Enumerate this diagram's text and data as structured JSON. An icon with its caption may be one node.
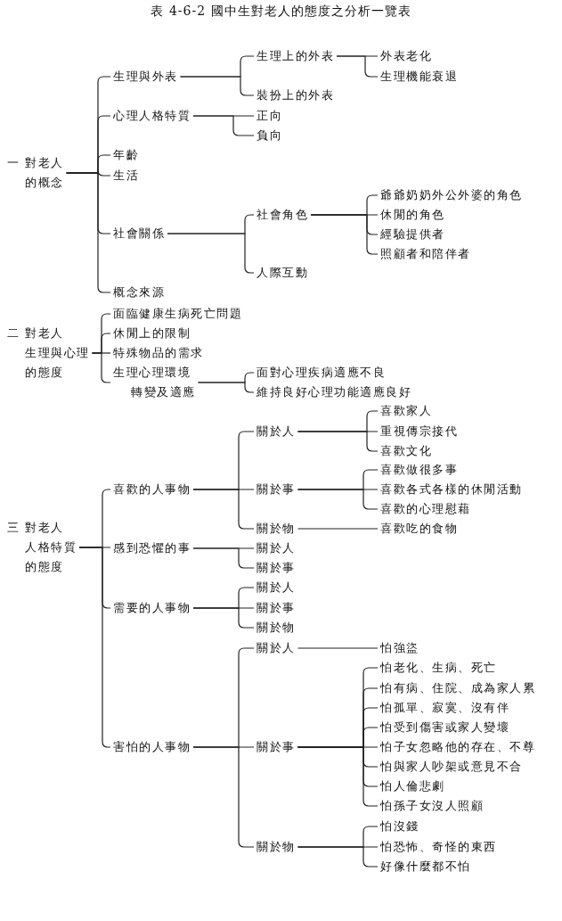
{
  "diagram": {
    "title": "表 4-6-2 國中生對老人的態度之分析一覽表",
    "nodes": [
      {
        "text": [
          "一 對老人的概念"
        ]
      },
      {
        "text": [
          "生理與外表"
        ]
      },
      {
        "text": [
          "生理上的外表"
        ]
      },
      {
        "text": [
          "外表老化"
        ]
      },
      {
        "text": [
          "生理機能衰退"
        ]
      },
      {
        "text": [
          "裝扮上的外表"
        ]
      },
      {
        "text": [
          "心理人格特質"
        ]
      },
      {
        "text": [
          "正向"
        ]
      },
      {
        "text": [
          "負向"
        ]
      },
      {
        "text": [
          "年齡"
        ]
      },
      {
        "text": [
          "生活"
        ]
      },
      {
        "text": [
          "社會關係"
        ]
      },
      {
        "text": [
          "社會角色"
        ]
      },
      {
        "text": [
          "爺爺奶奶外公外婆的角色"
        ]
      },
      {
        "text": [
          "休閒的角色"
        ]
      },
      {
        "text": [
          "經驗提供者"
        ]
      },
      {
        "text": [
          "照顧者和陪伴者"
        ]
      },
      {
        "text": [
          "人際互動"
        ]
      },
      {
        "text": [
          "概念來源"
        ]
      },
      {
        "text": [
          "二 對老人生理與心理的態度"
        ]
      },
      {
        "text": [
          "面臨健康生病死亡問題"
        ]
      },
      {
        "text": [
          "休閒上的限制"
        ]
      },
      {
        "text": [
          "特殊物品的需求"
        ]
      },
      {
        "text": [
          "生理心理環境轉變及適應"
        ]
      },
      {
        "text": [
          "面對心理疾病適應不良"
        ]
      },
      {
        "text": [
          "維持良好心理功能適應良好"
        ]
      },
      {
        "text": [
          "三 對老人人格特質的態度"
        ]
      },
      {
        "text": [
          "喜歡的人事物"
        ]
      },
      {
        "text": [
          "關於人"
        ]
      },
      {
        "text": [
          "喜歡家人"
        ]
      },
      {
        "text": [
          "重視傳宗接代"
        ]
      },
      {
        "text": [
          "喜歡文化"
        ]
      },
      {
        "text": [
          "關於事"
        ]
      },
      {
        "text": [
          "喜歡做很多事"
        ]
      },
      {
        "text": [
          "喜歡各式各樣的休閒活動"
        ]
      },
      {
        "text": [
          "喜歡的心理慰藉"
        ]
      },
      {
        "text": [
          "關於物"
        ]
      },
      {
        "text": [
          "喜歡吃的食物"
        ]
      },
      {
        "text": [
          "感到恐懼的事"
        ]
      },
      {
        "text": [
          "關於人"
        ]
      },
      {
        "text": [
          "關於事"
        ]
      },
      {
        "text": [
          "需要的人事物"
        ]
      },
      {
        "text": [
          "關於人"
        ]
      },
      {
        "text": [
          "關於事"
        ]
      },
      {
        "text": [
          "關於物"
        ]
      },
      {
        "text": [
          "害怕的人事物"
        ]
      },
      {
        "text": [
          "關於人"
        ]
      },
      {
        "text": [
          "怕強盜"
        ]
      },
      {
        "text": [
          "關於事"
        ]
      },
      {
        "text": [
          "怕老化、生病、死亡"
        ]
      },
      {
        "text": [
          "怕有病、住院、成為家人累"
        ]
      },
      {
        "text": [
          "怕孤單、寂寞、沒有伴"
        ]
      },
      {
        "text": [
          "怕受到傷害或家人變壞"
        ]
      },
      {
        "text": [
          "怕子女忽略他的存在、不尊"
        ]
      },
      {
        "text": [
          "怕與家人吵架或意見不合"
        ]
      },
      {
        "text": [
          "怕人倫悲劇"
        ]
      },
      {
        "text": [
          "怕孫子女沒人照顧"
        ]
      },
      {
        "text": [
          "關於物"
        ]
      },
      {
        "text": [
          "怕沒錢"
        ]
      },
      {
        "text": [
          "怕恐怖、奇怪的東西"
        ]
      },
      {
        "text": [
          "好像什麼都不怕"
        ]
      }
    ],
    "edges": [
      {
        "from": 0,
        "to": 1,
        "arrow": "none"
      },
      {
        "from": 0,
        "to": 6,
        "arrow": "none"
      },
      {
        "from": 0,
        "to": 9,
        "arrow": "none"
      },
      {
        "from": 0,
        "to": 10,
        "arrow": "none"
      },
      {
        "from": 0,
        "to": 11,
        "arrow": "none"
      },
      {
        "from": 0,
        "to": 18,
        "arrow": "none"
      },
      {
        "from": 1,
        "to": 2,
        "arrow": "none"
      },
      {
        "from": 1,
        "to": 5,
        "arrow": "none"
      },
      {
        "from": 2,
        "to": 3,
        "arrow": "none"
      },
      {
        "from": 2,
        "to": 4,
        "arrow": "none"
      },
      {
        "from": 6,
        "to": 7,
        "arrow": "none"
      },
      {
        "from": 6,
        "to": 8,
        "arrow": "none"
      },
      {
        "from": 11,
        "to": 12,
        "arrow": "none"
      },
      {
        "from": 11,
        "to": 17,
        "arrow": "none"
      },
      {
        "from": 12,
        "to": 13,
        "arrow": "none"
      },
      {
        "from": 12,
        "to": 14,
        "arrow": "none"
      },
      {
        "from": 12,
        "to": 15,
        "arrow": "none"
      },
      {
        "from": 12,
        "to": 16,
        "arrow": "none"
      },
      {
        "from": 19,
        "to": 20,
        "arrow": "none"
      },
      {
        "from": 19,
        "to": 21,
        "arrow": "none"
      },
      {
        "from": 19,
        "to": 22,
        "arrow": "none"
      },
      {
        "from": 19,
        "to": 23,
        "arrow": "none"
      },
      {
        "from": 23,
        "to": 24,
        "arrow": "none"
      },
      {
        "from": 23,
        "to": 25,
        "arrow": "none"
      },
      {
        "from": 26,
        "to": 27,
        "arrow": "none"
      },
      {
        "from": 26,
        "to": 38,
        "arrow": "none"
      },
      {
        "from": 26,
        "to": 41,
        "arrow": "none"
      },
      {
        "from": 26,
        "to": 45,
        "arrow": "none"
      },
      {
        "from": 27,
        "to": 28,
        "arrow": "none"
      },
      {
        "from": 27,
        "to": 32,
        "arrow": "none"
      },
      {
        "from": 27,
        "to": 36,
        "arrow": "none"
      },
      {
        "from": 28,
        "to": 29,
        "arrow": "none"
      },
      {
        "from": 28,
        "to": 30,
        "arrow": "none"
      },
      {
        "from": 28,
        "to": 31,
        "arrow": "none"
      },
      {
        "from": 32,
        "to": 33,
        "arrow": "none"
      },
      {
        "from": 32,
        "to": 34,
        "arrow": "none"
      },
      {
        "from": 32,
        "to": 35,
        "arrow": "none"
      },
      {
        "from": 36,
        "to": 37,
        "arrow": "none"
      },
      {
        "from": 38,
        "to": 39,
        "arrow": "none"
      },
      {
        "from": 38,
        "to": 40,
        "arrow": "none"
      },
      {
        "from": 41,
        "to": 42,
        "arrow": "none"
      },
      {
        "from": 41,
        "to": 43,
        "arrow": "none"
      },
      {
        "from": 41,
        "to": 44,
        "arrow": "none"
      },
      {
        "from": 45,
        "to": 46,
        "arrow": "none"
      },
      {
        "from": 45,
        "to": 48,
        "arrow": "none"
      },
      {
        "from": 45,
        "to": 57,
        "arrow": "none"
      },
      {
        "from": 46,
        "to": 47,
        "arrow": "none"
      },
      {
        "from": 48,
        "to": 49,
        "arrow": "none"
      },
      {
        "from": 48,
        "to": 50,
        "arrow": "none"
      },
      {
        "from": 48,
        "to": 51,
        "arrow": "none"
      },
      {
        "from": 48,
        "to": 52,
        "arrow": "none"
      },
      {
        "from": 48,
        "to": 53,
        "arrow": "none"
      },
      {
        "from": 48,
        "to": 54,
        "arrow": "none"
      },
      {
        "from": 48,
        "to": 55,
        "arrow": "none"
      },
      {
        "from": 48,
        "to": 56,
        "arrow": "none"
      },
      {
        "from": 57,
        "to": 58,
        "arrow": "none"
      },
      {
        "from": 57,
        "to": 59,
        "arrow": "none"
      },
      {
        "from": 57,
        "to": 60,
        "arrow": "none"
      }
    ]
  }
}
